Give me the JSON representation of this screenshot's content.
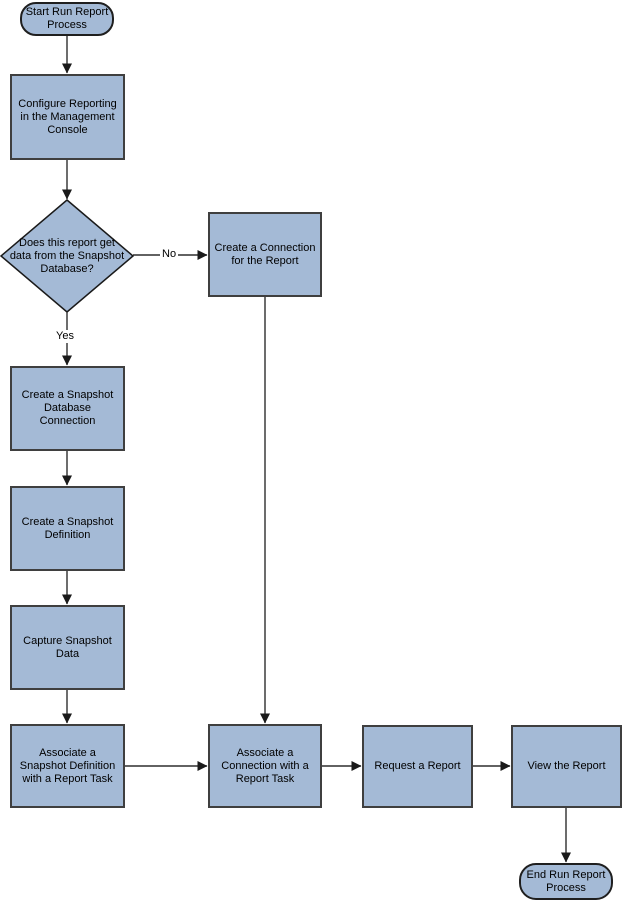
{
  "diagram": {
    "type": "flowchart",
    "nodes": {
      "start": {
        "shape": "terminator",
        "label": "Start Run Report Process"
      },
      "configure_reporting": {
        "shape": "process",
        "label": "Configure Reporting in the Management Console"
      },
      "snapshot_decision": {
        "shape": "decision",
        "label": "Does this report get data from the Snapshot Database?"
      },
      "create_connection": {
        "shape": "process",
        "label": "Create a Connection for the Report"
      },
      "create_snapshot_db": {
        "shape": "process",
        "label": "Create a Snapshot Database Connection"
      },
      "create_snapshot_def": {
        "shape": "process",
        "label": "Create a Snapshot Definition"
      },
      "capture_snapshot": {
        "shape": "process",
        "label": "Capture Snapshot Data"
      },
      "associate_snapshot": {
        "shape": "process",
        "label": "Associate a Snapshot Definition with a Report Task"
      },
      "associate_connection": {
        "shape": "process",
        "label": "Associate a Connection with a Report Task"
      },
      "request_report": {
        "shape": "process",
        "label": "Request a Report"
      },
      "view_report": {
        "shape": "process",
        "label": "View the Report"
      },
      "end": {
        "shape": "terminator",
        "label": "End Run Report Process"
      }
    },
    "edge_labels": {
      "no": "No",
      "yes": "Yes"
    },
    "colors": {
      "node_fill": "#a4bad6",
      "node_border": "#3f3f3f",
      "line": "#2e2e2e",
      "background": "#ffffff",
      "text": "#000000"
    }
  }
}
